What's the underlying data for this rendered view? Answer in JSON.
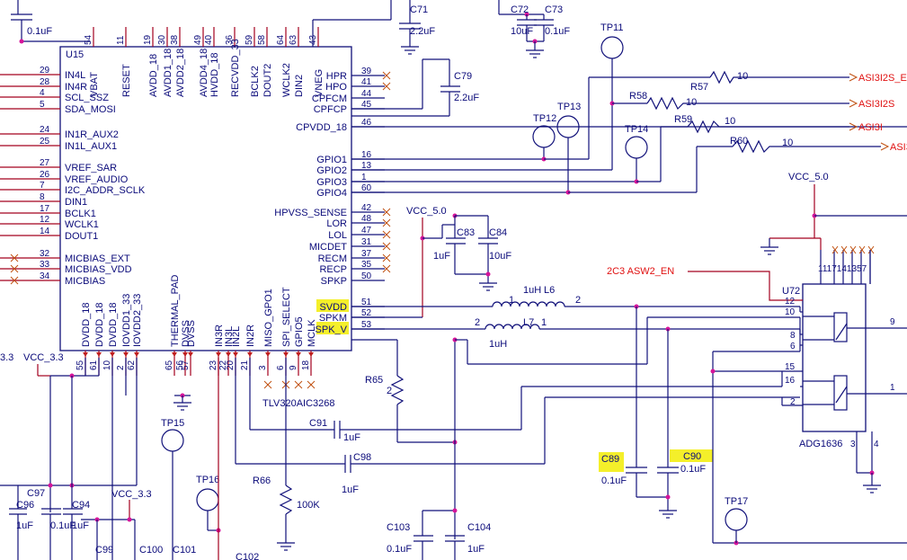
{
  "ic_main": {
    "ref": "U15",
    "part": "TLV320AIC3268",
    "left_pins": [
      {
        "num": "29",
        "name": "IN4L"
      },
      {
        "num": "28",
        "name": "IN4R"
      },
      {
        "num": "4",
        "name": "SCL_SSZ"
      },
      {
        "num": "5",
        "name": "SDA_MOSI"
      },
      {
        "num": "24",
        "name": "IN1R_AUX2"
      },
      {
        "num": "25",
        "name": "IN1L_AUX1"
      },
      {
        "num": "27",
        "name": "VREF_SAR"
      },
      {
        "num": "26",
        "name": "VREF_AUDIO"
      },
      {
        "num": "7",
        "name": "I2C_ADDR_SCLK"
      },
      {
        "num": "8",
        "name": "DIN1"
      },
      {
        "num": "17",
        "name": "BCLK1"
      },
      {
        "num": "12",
        "name": "WCLK1"
      },
      {
        "num": "14",
        "name": "DOUT1"
      },
      {
        "num": "32",
        "name": "MICBIAS_EXT"
      },
      {
        "num": "33",
        "name": "MICBIAS_VDD"
      },
      {
        "num": "34",
        "name": "MICBIAS"
      }
    ],
    "top_pins": [
      {
        "num": "54",
        "name": "VBAT"
      },
      {
        "num": "11",
        "name": "RESET"
      },
      {
        "num": "19",
        "name": "AVDD_18"
      },
      {
        "num": "30",
        "name": "AVDD1_18"
      },
      {
        "num": "38",
        "name": "AVDD2_18"
      },
      {
        "num": "49",
        "name": "AVDD4_18"
      },
      {
        "num": "40",
        "name": "HVDD_18"
      },
      {
        "num": "36",
        "name": "RECVDD_33"
      },
      {
        "num": "59",
        "name": "BCLK2"
      },
      {
        "num": "58",
        "name": "DOUT2"
      },
      {
        "num": "64",
        "name": "WCLK2"
      },
      {
        "num": "63",
        "name": "DIN2"
      },
      {
        "num": "43",
        "name": "VNEG"
      }
    ],
    "right_pins": [
      {
        "num": "39",
        "name": "HPR"
      },
      {
        "num": "41",
        "name": "HPO"
      },
      {
        "num": "44",
        "name": "CPFCM"
      },
      {
        "num": "45",
        "name": "CPFCP"
      },
      {
        "num": "46",
        "name": "CPVDD_18"
      },
      {
        "num": "16",
        "name": "GPIO1"
      },
      {
        "num": "13",
        "name": "GPIO2"
      },
      {
        "num": "1",
        "name": "GPIO3"
      },
      {
        "num": "60",
        "name": "GPIO4"
      },
      {
        "num": "42",
        "name": "HPVSS_SENSE"
      },
      {
        "num": "48",
        "name": "LOR"
      },
      {
        "num": "47",
        "name": "LOL"
      },
      {
        "num": "31",
        "name": "MICDET"
      },
      {
        "num": "37",
        "name": "RECM"
      },
      {
        "num": "35",
        "name": "RECP"
      },
      {
        "num": "50",
        "name": "SPKP"
      },
      {
        "num": "51",
        "name": "SVDD"
      },
      {
        "num": "52",
        "name": "SPKM"
      },
      {
        "num": "53",
        "name": "SPK_V"
      }
    ],
    "bottom_pins": [
      {
        "num": "55",
        "name": "DVDD_18"
      },
      {
        "num": "61",
        "name": "DVDD_18"
      },
      {
        "num": "10",
        "name": "DVDD_18"
      },
      {
        "num": "2",
        "name": "IOVDD1_33"
      },
      {
        "num": "62",
        "name": "IOVDD2_33"
      },
      {
        "num": "65",
        "name": "THERMAL_PAD"
      },
      {
        "num": "56",
        "name": "DVSS"
      },
      {
        "num": "57",
        "name": "DVSS"
      },
      {
        "num": "23",
        "name": "IN3R"
      },
      {
        "num": "22",
        "name": "IN3L"
      },
      {
        "num": "20",
        "name": "IN2L"
      },
      {
        "num": "21",
        "name": "IN2R"
      },
      {
        "num": "3",
        "name": "MISO_GPO1"
      },
      {
        "num": "6",
        "name": "SPI_SELECT"
      },
      {
        "num": "9",
        "name": "GPIO5"
      },
      {
        "num": "18",
        "name": "MCLK"
      }
    ]
  },
  "ic_switch": {
    "ref": "U72",
    "part": "ADG1636",
    "top_pins": "1117141357",
    "pins": {
      "p12": "12",
      "p10": "10",
      "p8": "8",
      "p6": "6",
      "p15": "15",
      "p16": "16",
      "p2": "2",
      "p9": "9",
      "p1": "1",
      "p3": "3",
      "p4": "4"
    }
  },
  "capacitors": [
    {
      "ref": "C71",
      "value": "2.2uF"
    },
    {
      "ref": "C72",
      "value": "10uF"
    },
    {
      "ref": "C73",
      "value": "0.1uF"
    },
    {
      "ref": "C79",
      "value": "2.2uF"
    },
    {
      "ref": "C83",
      "value": "1uF"
    },
    {
      "ref": "C84",
      "value": "10uF"
    },
    {
      "ref": "C91",
      "value": "1uF"
    },
    {
      "ref": "C98",
      "value": "1uF"
    },
    {
      "ref": "C89",
      "value": "0.1uF"
    },
    {
      "ref": "C90",
      "value": "0.1uF"
    },
    {
      "ref": "C103",
      "value": "0.1uF"
    },
    {
      "ref": "C104",
      "value": "1uF"
    },
    {
      "ref": "C96",
      "value": "1uF"
    },
    {
      "ref": "C97",
      "value": "0.1uF"
    },
    {
      "ref": "C94",
      "value": "1uF"
    },
    {
      "ref": "C99",
      "value": ""
    },
    {
      "ref": "C100",
      "value": ""
    },
    {
      "ref": "C101",
      "value": ""
    },
    {
      "ref": "C102",
      "value": ""
    }
  ],
  "top_left_cap_value": "0.1uF",
  "resistors": [
    {
      "ref": "R57",
      "value": "10"
    },
    {
      "ref": "R58",
      "value": "10"
    },
    {
      "ref": "R59",
      "value": "10"
    },
    {
      "ref": "R60",
      "value": "10"
    },
    {
      "ref": "R65",
      "value": "2"
    },
    {
      "ref": "R66",
      "value": "100K"
    }
  ],
  "inductors": [
    {
      "ref": "L6",
      "value": "1uH",
      "pin1": "1",
      "pin2": "2"
    },
    {
      "ref": "L7",
      "value": "1uH",
      "pin1": "2",
      "pin2": "1"
    }
  ],
  "testpoints": [
    "TP11",
    "TP12",
    "TP13",
    "TP14",
    "TP15",
    "TP16",
    "TP17"
  ],
  "nets": {
    "vcc50_a": "VCC_5.0",
    "vcc50_b": "VCC_5.0",
    "vcc33_a": "VCC_3.3",
    "vcc33_b": "VCC_3.3",
    "vcc33_prefix": "3.3",
    "en": "2C3 ASW2_EN",
    "asi1": "ASI3I2S_E",
    "asi2": "ASI3I2S",
    "asi3": "ASI3I",
    "asi4": "ASI3"
  },
  "colors": {
    "wire": "#11117a",
    "net": "#a3001f",
    "junction": "#d6159a",
    "highlight": "#f4ef2a",
    "offpage": "#e01010"
  }
}
